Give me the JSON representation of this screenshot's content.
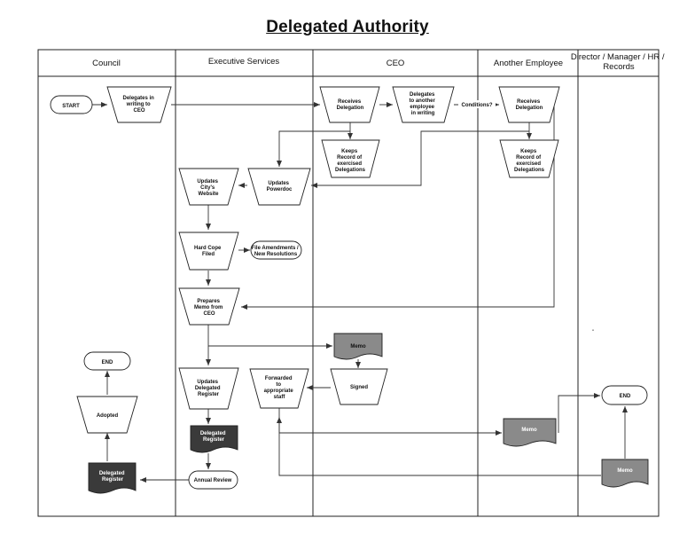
{
  "title": "Delegated Authority",
  "lanes": [
    "Council",
    "Executive Services",
    "CEO",
    "Another Employee",
    "Director / Manager / HR / Records"
  ],
  "nodes": {
    "start": "START",
    "delegates_in_writing": [
      "Delegates in",
      "writing to",
      "CEO"
    ],
    "ceo_receives": [
      "Receives",
      "Delegation"
    ],
    "ceo_delegates_employee": [
      "Delegates",
      "to another",
      "employee",
      "in writing"
    ],
    "conditions": "Conditions?",
    "emp_receives": [
      "Receives",
      "Delegation"
    ],
    "ceo_keeps_record": [
      "Keeps",
      "Record of",
      "exercised",
      "Delegations"
    ],
    "emp_keeps_record": [
      "Keeps",
      "Record of",
      "exercised",
      "Delegations"
    ],
    "updates_website": [
      "Updates",
      "City's",
      "Website"
    ],
    "updates_powerdoc": [
      "Updates",
      "Powerdoc"
    ],
    "hard_copy_filed": [
      "Hard Cope",
      "Filed"
    ],
    "file_amendments": [
      "File Amendments /",
      "New Resolutions"
    ],
    "prepares_memo": [
      "Prepares",
      "Memo from",
      "CEO"
    ],
    "memo_ceo": "Memo",
    "signed": "Signed",
    "updates_register": [
      "Updates",
      "Delegated",
      "Register"
    ],
    "forwarded": [
      "Forwarded",
      "to",
      "appropriate",
      "staff"
    ],
    "delegated_register_exec": [
      "Delegated",
      "Register"
    ],
    "annual_review": "Annual Review",
    "memo_emp": "Memo",
    "memo_dir": "Memo",
    "end_dir": "END",
    "end_council": "END",
    "adopted": "Adopted",
    "delegated_register_council": [
      "Delegated",
      "Register"
    ],
    "stray_mark": "-"
  }
}
